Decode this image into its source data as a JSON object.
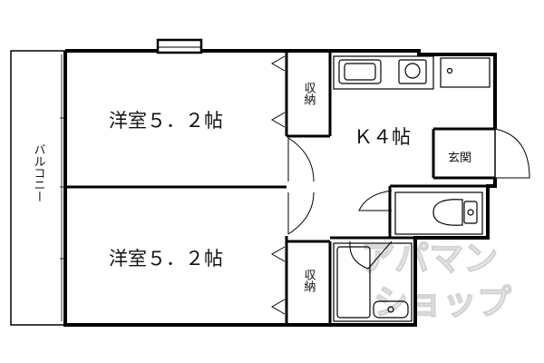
{
  "rooms": {
    "western_room_1": "洋室５．２帖",
    "western_room_2": "洋室５．２帖",
    "kitchen": "Ｋ４帖",
    "storage_1": "収納",
    "storage_2": "収納",
    "entrance": "玄関",
    "balcony": "バルコニー"
  },
  "watermark": {
    "line1": "アパマン",
    "line2": "ショップ"
  },
  "colors": {
    "wall": "#000000",
    "watermark": "#d0d0d0"
  }
}
